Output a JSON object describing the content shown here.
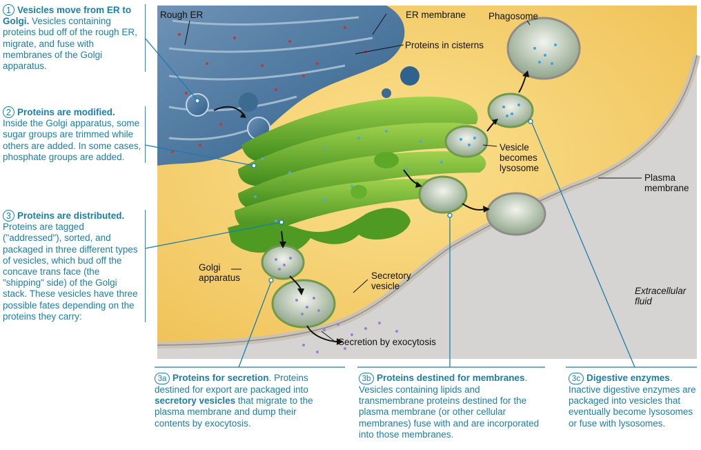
{
  "steps": [
    {
      "num": "1",
      "title": "Vesicles move from ER to Golgi.",
      "text": "Vesicles containing proteins bud off of the rough ER, migrate, and fuse with membranes of the Golgi apparatus."
    },
    {
      "num": "2",
      "title": "Proteins are modified.",
      "text": "Inside the Golgi apparatus, some sugar groups are trimmed while others are added. In some cases, phosphate groups are added."
    },
    {
      "num": "3",
      "title": "Proteins are distributed.",
      "text": "Proteins are tagged (\"addressed\"), sorted, and packaged in three different types of vesicles, which bud off the concave trans face (the \"shipping\" side) of the Golgi stack. These vesicles have three possible fates depending on the proteins they carry:"
    }
  ],
  "fates": [
    {
      "num": "3a",
      "title": "Proteins for secretion",
      "pre": "Proteins destined for export are packaged into ",
      "em": "secretory vesicles",
      "post": " that migrate to the plasma membrane and dump their contents by exocytosis."
    },
    {
      "num": "3b",
      "title": "Proteins destined for membranes",
      "text": "Vesicles containing lipids and transmembrane proteins destined for the plasma membrane (or other cellular membranes) fuse with and are incorporated into those membranes."
    },
    {
      "num": "3c",
      "title": "Digestive enzymes",
      "text": "Inactive digestive enzymes are packaged into vesicles that eventually become lysosomes or fuse with lysosomes."
    }
  ],
  "labels": {
    "rough_er": "Rough ER",
    "er_membrane": "ER membrane",
    "proteins_in_cisterns": "Proteins in cisterns",
    "phagosome": "Phagosome",
    "vesicle_becomes_lysosome": "Vesicle becomes lysosome",
    "plasma_membrane": "Plasma membrane",
    "golgi_apparatus": "Golgi apparatus",
    "secretory_vesicle": "Secretory vesicle",
    "extracellular_fluid": "Extracellular fluid",
    "secretion_by_exocytosis": "Secretion by exocytosis"
  },
  "colors": {
    "accent": "#1a7ea8",
    "er": "#3e6f95",
    "golgi": "#6fb52d",
    "cytoplasm": "#f4cf6a",
    "extracellular": "#d8d6d4"
  }
}
